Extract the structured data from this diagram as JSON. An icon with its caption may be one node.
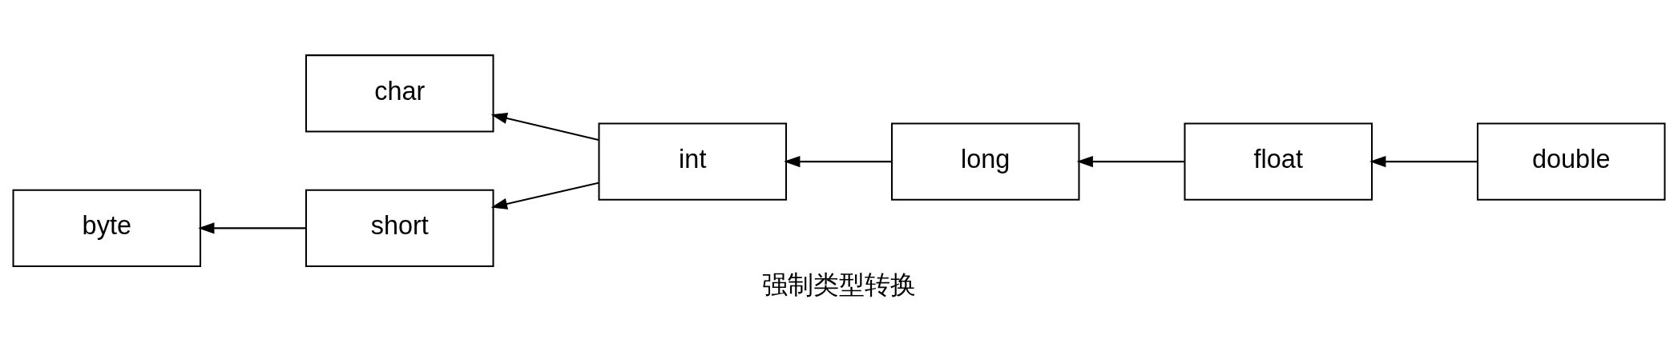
{
  "diagram": {
    "caption": "强制类型转换",
    "nodes": [
      {
        "text": [
          "char"
        ]
      },
      {
        "text": [
          "int"
        ]
      },
      {
        "text": [
          "long"
        ]
      },
      {
        "text": [
          "float"
        ]
      },
      {
        "text": [
          "double"
        ]
      },
      {
        "text": [
          "byte"
        ]
      },
      {
        "text": [
          "short"
        ]
      }
    ],
    "edges": [
      {
        "from": 1,
        "to": 0,
        "arrow": "to"
      },
      {
        "from": 1,
        "to": 6,
        "arrow": "to"
      },
      {
        "from": 2,
        "to": 1,
        "arrow": "to"
      },
      {
        "from": 3,
        "to": 2,
        "arrow": "to"
      },
      {
        "from": 4,
        "to": 3,
        "arrow": "to"
      },
      {
        "from": 6,
        "to": 5,
        "arrow": "to"
      }
    ]
  }
}
